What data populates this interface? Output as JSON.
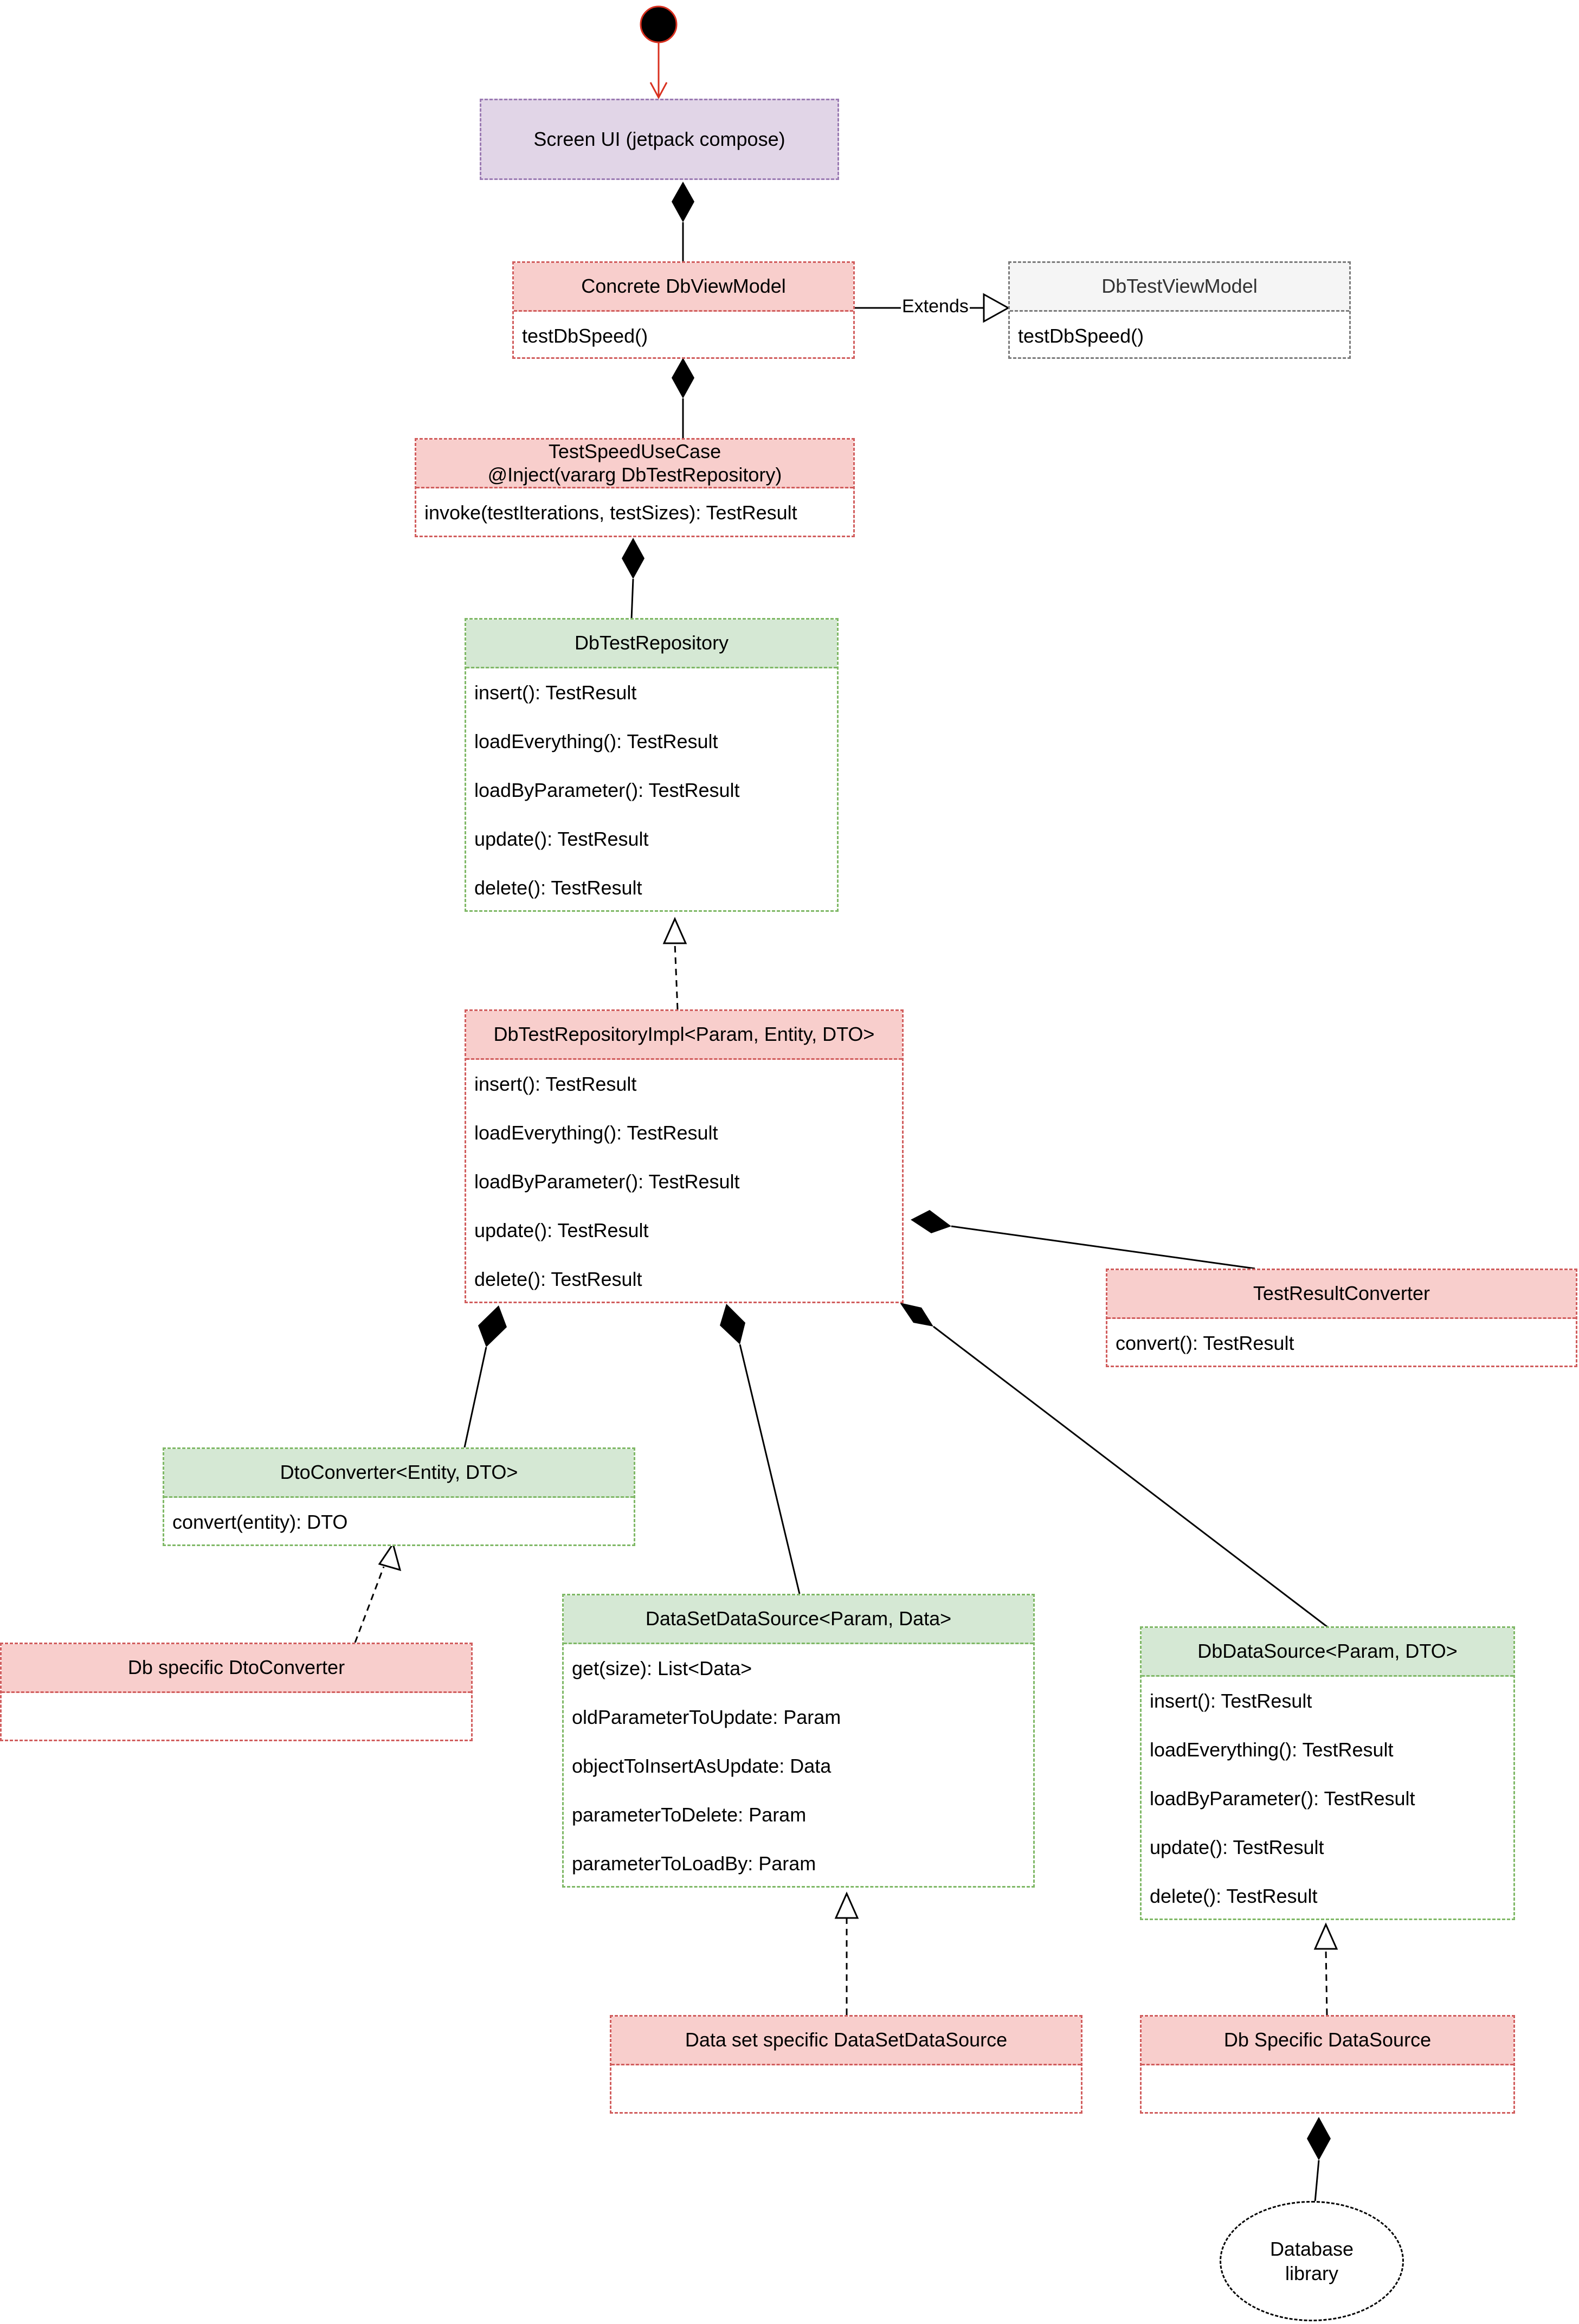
{
  "classes": {
    "screen_ui": {
      "title": "Screen UI (jetpack compose)"
    },
    "concrete_vm": {
      "title": "Concrete DbViewModel",
      "members": [
        "testDbSpeed()"
      ]
    },
    "db_test_vm": {
      "title": "DbTestViewModel",
      "members": [
        "testDbSpeed()"
      ]
    },
    "use_case": {
      "title_line1": "TestSpeedUseCase",
      "title_line2": "@Inject(vararg DbTestRepository)",
      "members": [
        "invoke(testIterations, testSizes): TestResult"
      ]
    },
    "db_test_repo": {
      "title": "DbTestRepository",
      "members": [
        "insert(): TestResult",
        "loadEverything(): TestResult",
        "loadByParameter(): TestResult",
        "update(): TestResult",
        "delete(): TestResult"
      ]
    },
    "repo_impl": {
      "title": "DbTestRepositoryImpl<Param, Entity, DTO>",
      "members": [
        "insert(): TestResult",
        "loadEverything(): TestResult",
        "loadByParameter(): TestResult",
        "update(): TestResult",
        "delete(): TestResult"
      ]
    },
    "result_converter": {
      "title": "TestResultConverter",
      "members": [
        "convert(): TestResult"
      ]
    },
    "dto_converter": {
      "title": "DtoConverter<Entity, DTO>",
      "members": [
        "convert(entity): DTO"
      ]
    },
    "db_dto_converter": {
      "title": "Db specific DtoConverter"
    },
    "dataset_source": {
      "title": "DataSetDataSource<Param, Data>",
      "members": [
        "get(size): List<Data>",
        "oldParameterToUpdate: Param",
        "objectToInsertAsUpdate: Data",
        "parameterToDelete: Param",
        "parameterToLoadBy: Param"
      ]
    },
    "db_data_source": {
      "title": "DbDataSource<Param, DTO>",
      "members": [
        "insert(): TestResult",
        "loadEverything(): TestResult",
        "loadByParameter(): TestResult",
        "update(): TestResult",
        "delete(): TestResult"
      ]
    },
    "dataset_specific": {
      "title": "Data set specific DataSetDataSource"
    },
    "db_specific_source": {
      "title": "Db Specific DataSource"
    }
  },
  "database": {
    "line1": "Database",
    "line2": "library"
  },
  "relations": {
    "extends_label": "Extends"
  }
}
